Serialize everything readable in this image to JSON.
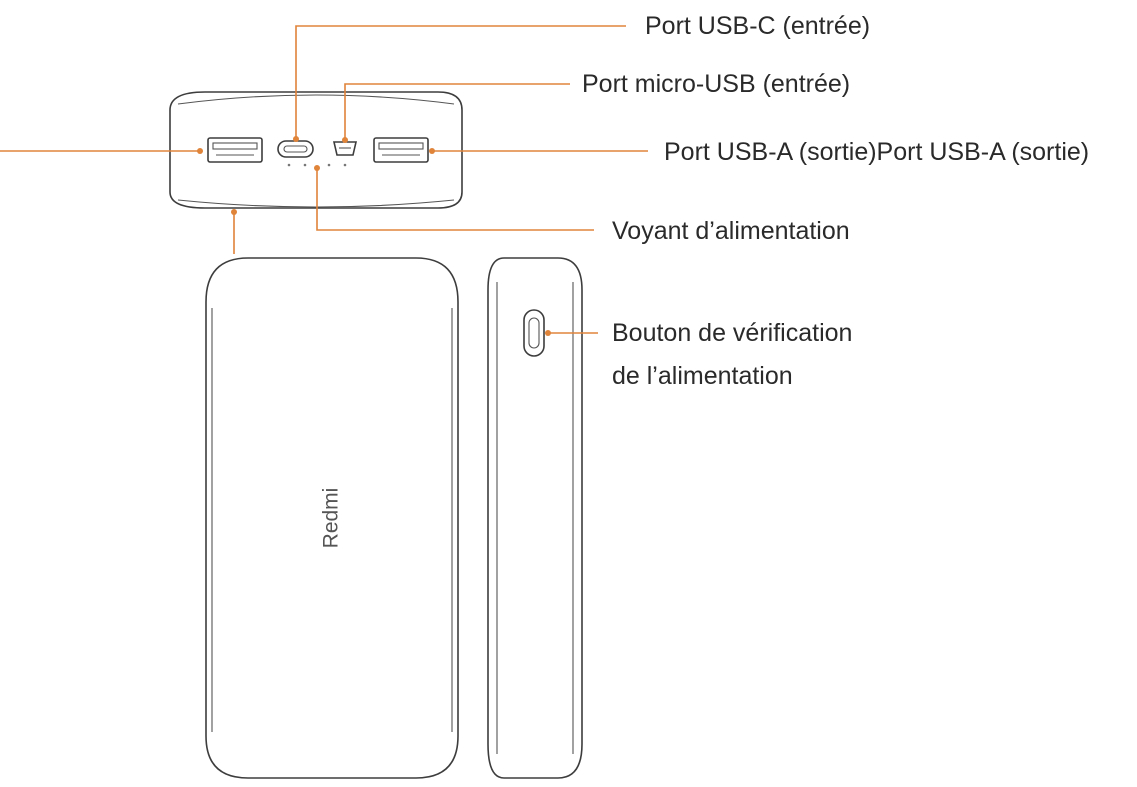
{
  "diagram": {
    "accent_color": "#e0843a",
    "product_brand": "Redmi",
    "labels": {
      "usb_c": "Port USB-C (entrée)",
      "micro_usb": "Port micro-USB (entrée)",
      "usb_a_output": "Port USB-A (sortie)Port USB-A (sortie)",
      "power_indicator": "Voyant d’alimentation",
      "power_button_line1": "Bouton de vérification",
      "power_button_line2": "de l’alimentation"
    },
    "icons": [
      "usb-a-port-icon",
      "usb-c-port-icon",
      "micro-usb-port-icon",
      "power-button-icon"
    ]
  }
}
